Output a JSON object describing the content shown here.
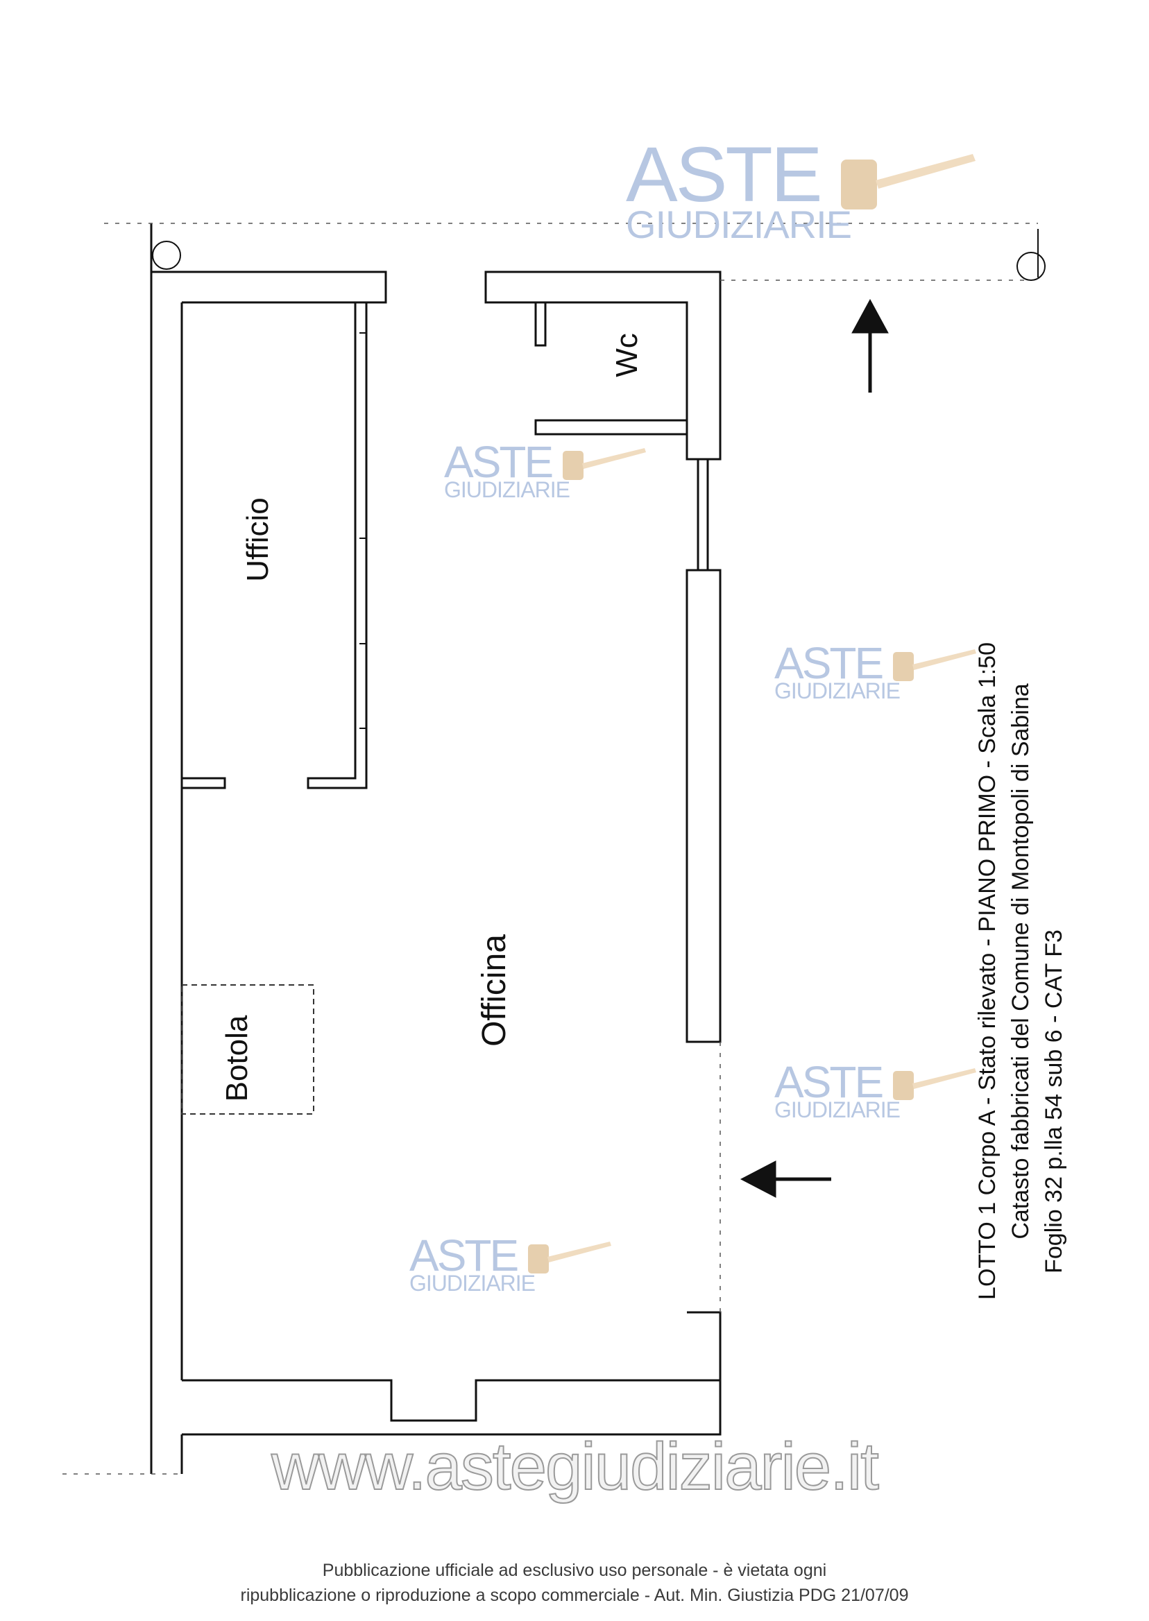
{
  "rooms": {
    "ufficio": "Ufficio",
    "wc": "Wc",
    "officina": "Officina",
    "botola": "Botola"
  },
  "caption": {
    "line1": "LOTTO 1 Corpo A - Stato rilevato - PIANO PRIMO - Scala 1:50",
    "line2": "Catasto fabbricati del Comune di Montopoli di Sabina",
    "line3": "Foglio 32 p.lla 54 sub 6 - CAT F3"
  },
  "watermark": {
    "brand_top": "ASTE",
    "brand_bottom": "GIUDIZIARIE",
    "website": "www.astegiudiziarie.it",
    "color": "#b7c7e2"
  },
  "footer": {
    "line1": "Pubblicazione ufficiale ad esclusivo uso personale - è vietata ogni",
    "line2": "ripubblicazione o riproduzione a scopo commerciale - Aut. Min. Giustizia PDG 21/07/09"
  }
}
